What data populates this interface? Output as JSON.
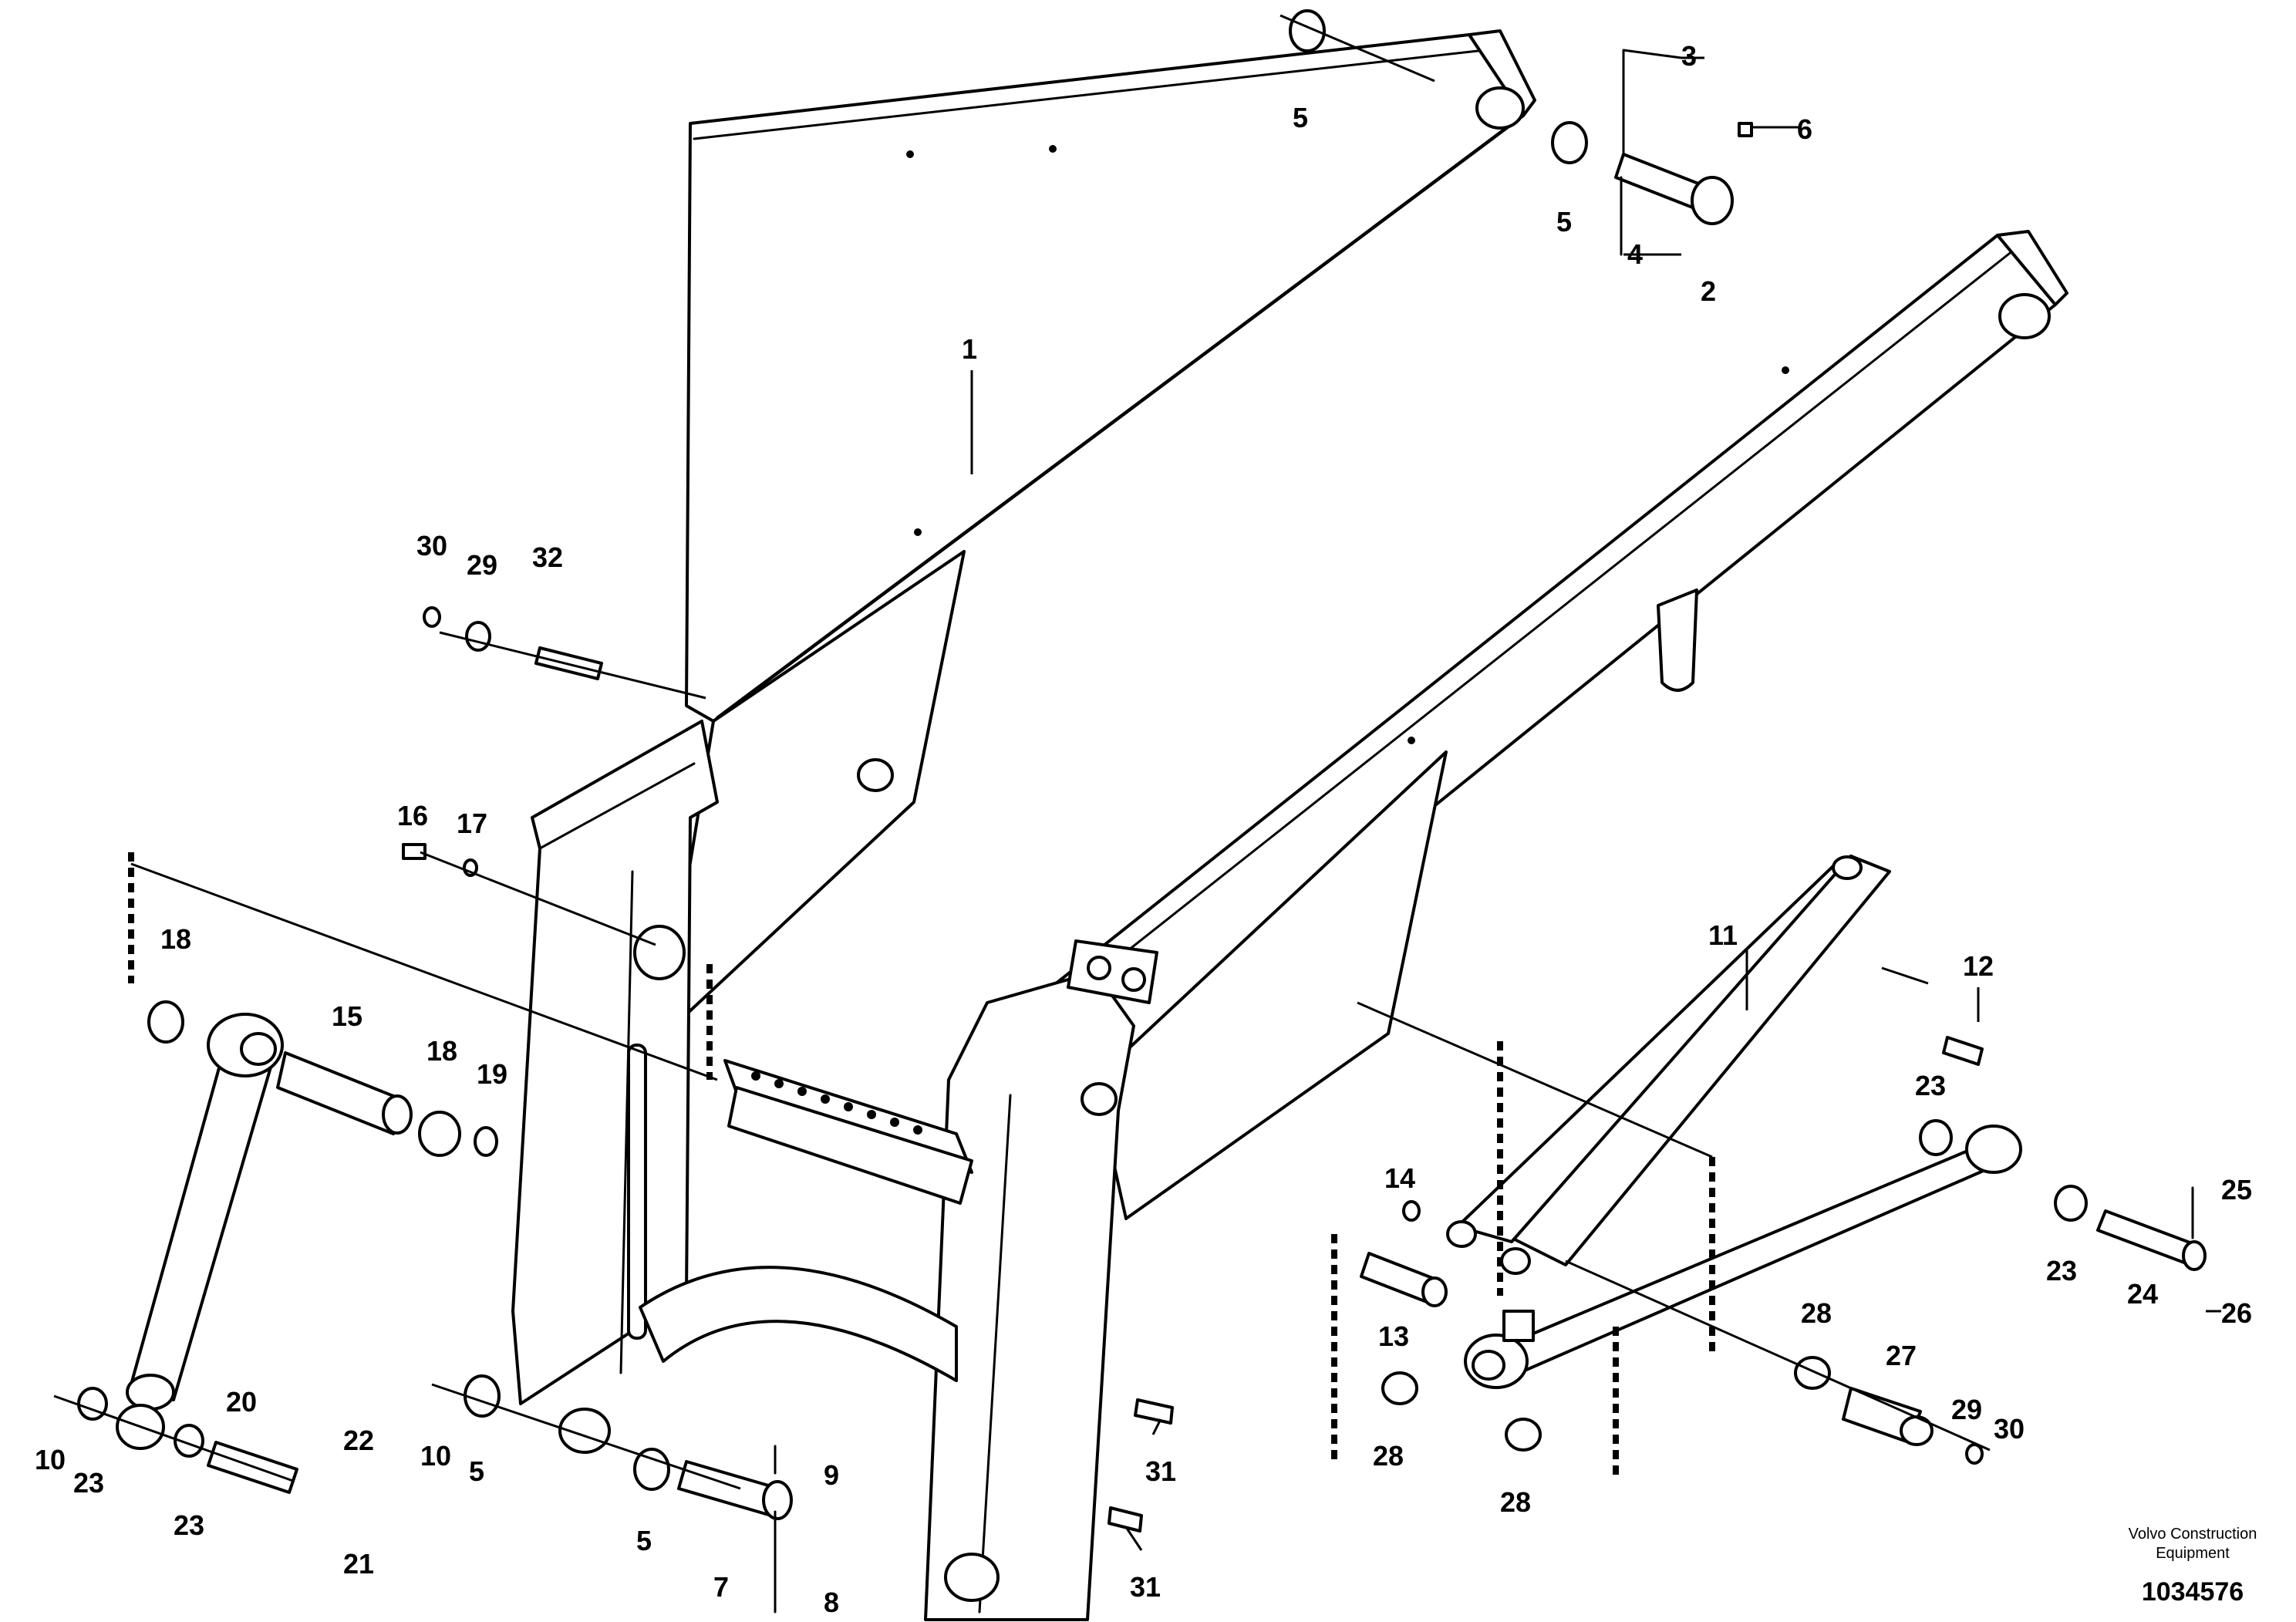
{
  "callouts": {
    "c1": "1",
    "c2": "2",
    "c3": "3",
    "c4": "4",
    "c5a": "5",
    "c5b": "5",
    "c5c": "5",
    "c5d": "5",
    "c6": "6",
    "c7": "7",
    "c8": "8",
    "c9": "9",
    "c10a": "10",
    "c10b": "10",
    "c11": "11",
    "c12": "12",
    "c13": "13",
    "c14": "14",
    "c15": "15",
    "c16": "16",
    "c17": "17",
    "c18a": "18",
    "c18b": "18",
    "c19": "19",
    "c20": "20",
    "c21": "21",
    "c22": "22",
    "c23a": "23",
    "c23b": "23",
    "c23c": "23",
    "c23d": "23",
    "c24": "24",
    "c25": "25",
    "c26": "26",
    "c27": "27",
    "c28a": "28",
    "c28b": "28",
    "c28c": "28",
    "c29a": "29",
    "c29b": "29",
    "c30a": "30",
    "c30b": "30",
    "c31a": "31",
    "c31b": "31",
    "c32": "32"
  },
  "footer": {
    "brand_line1": "Volvo Construction",
    "brand_line2": "Equipment",
    "drawing_number": "1034576"
  }
}
